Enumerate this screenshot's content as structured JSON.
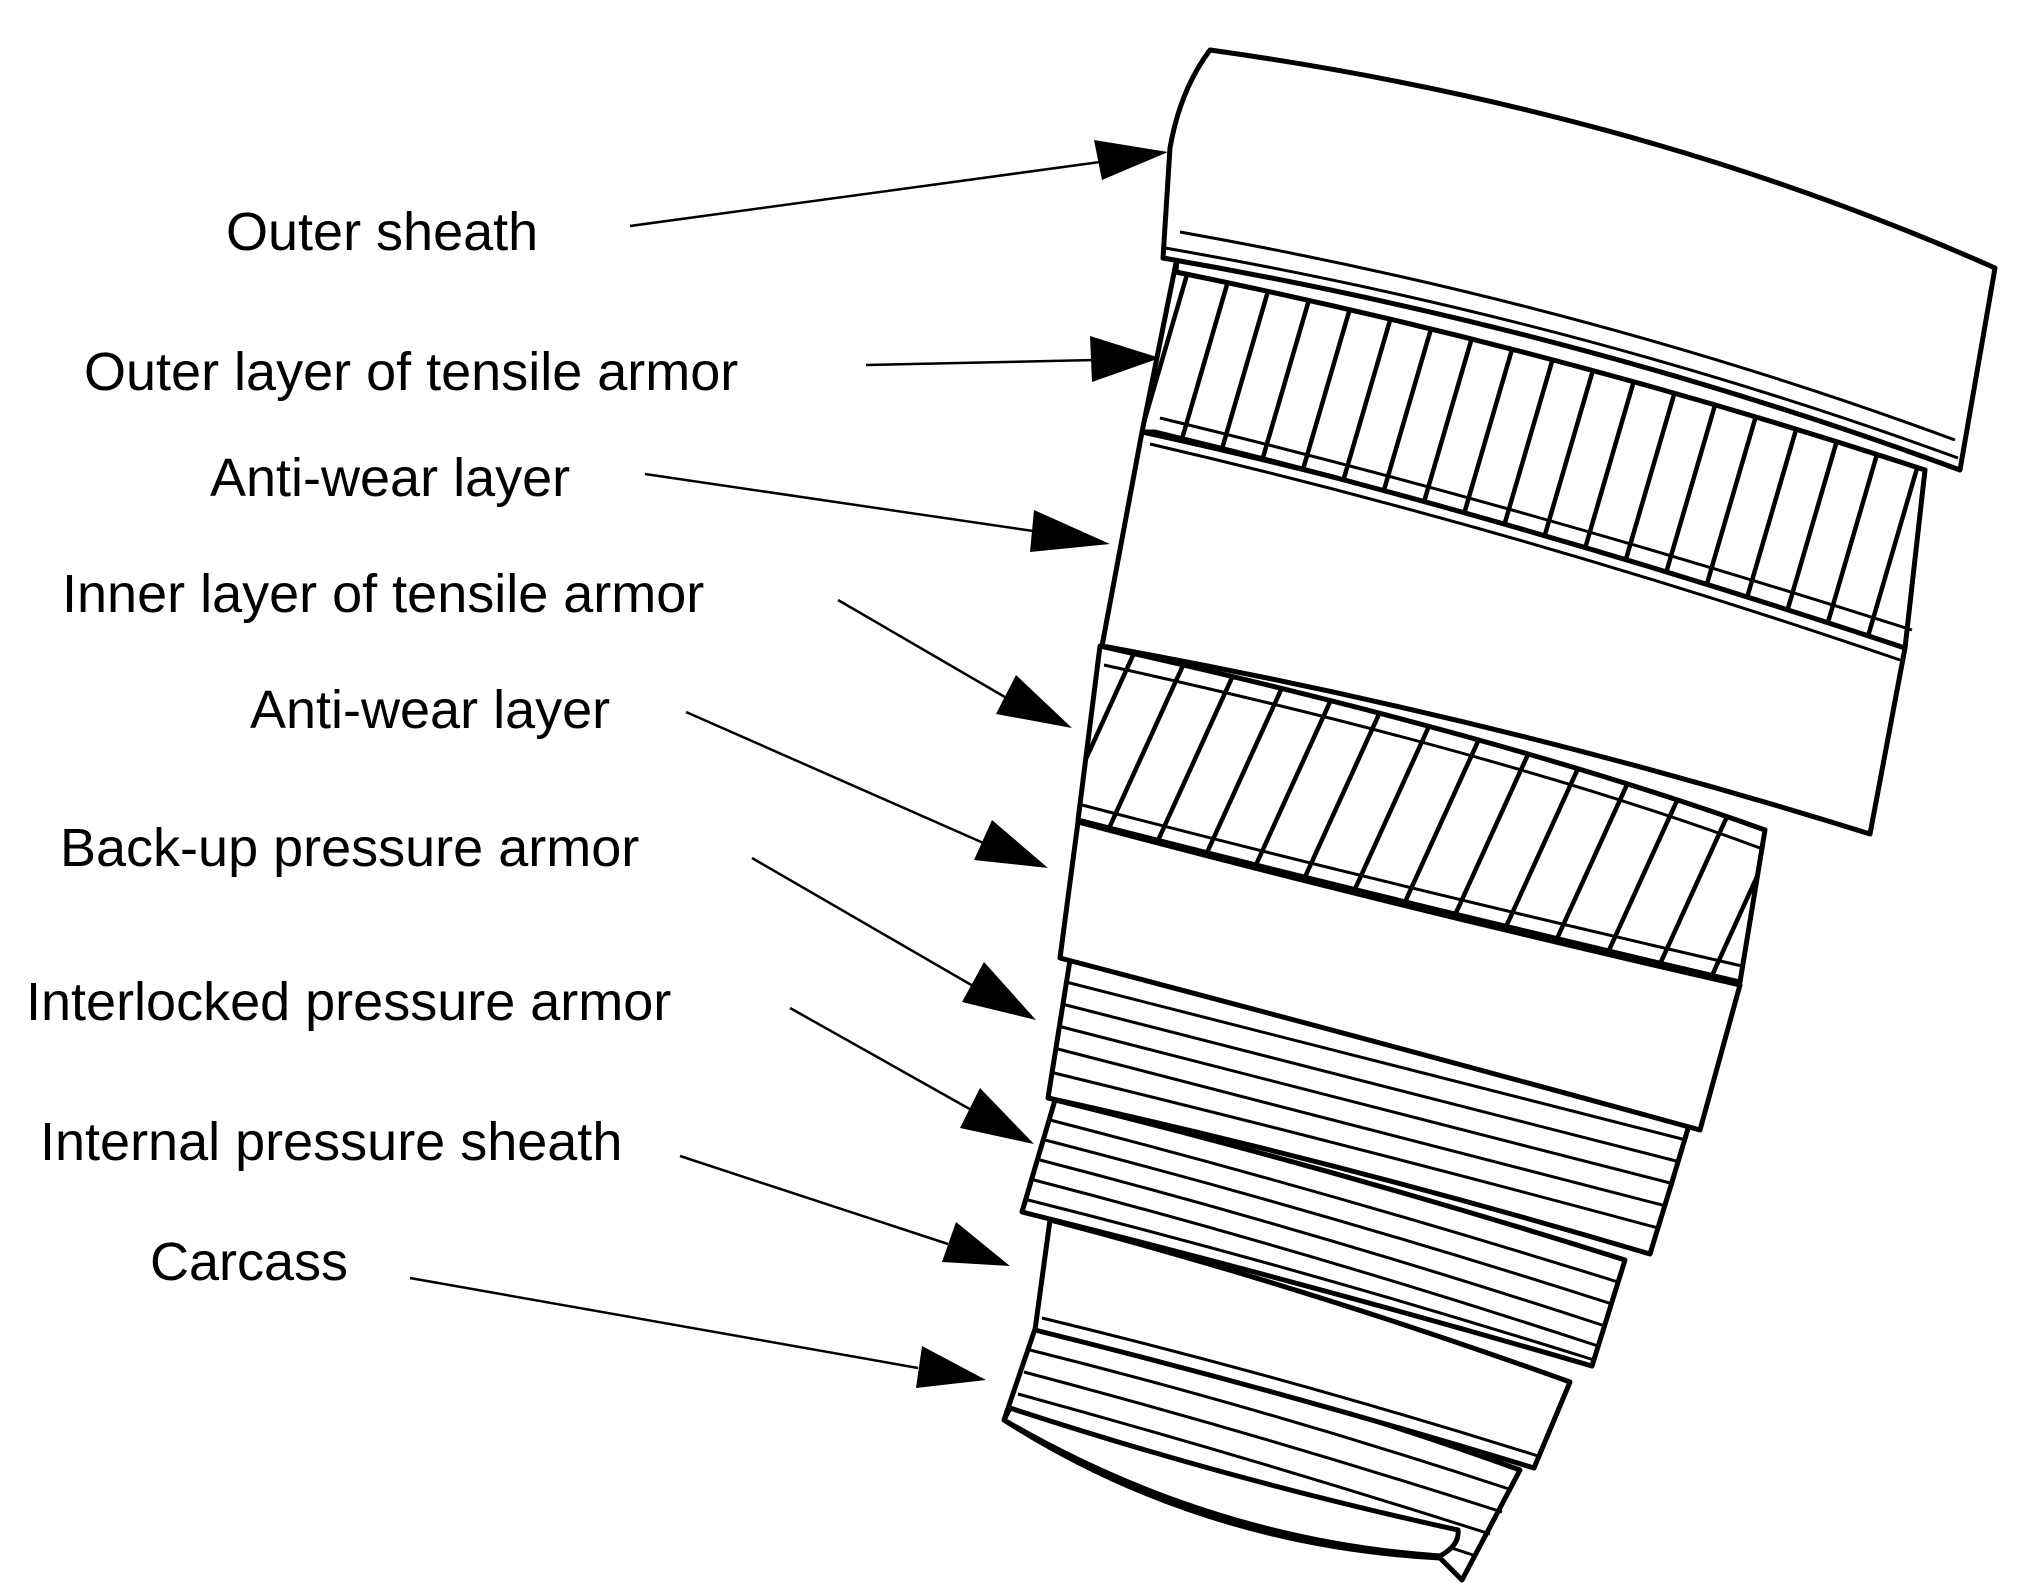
{
  "labels": {
    "outer_sheath": "Outer sheath",
    "outer_tensile_armor": "Outer layer of tensile armor",
    "anti_wear_layer_1": "Anti-wear layer",
    "inner_tensile_armor": "Inner layer of tensile armor",
    "anti_wear_layer_2": "Anti-wear layer",
    "backup_pressure_armor": "Back-up pressure armor",
    "interlocked_pressure_armor": "Interlocked pressure armor",
    "internal_pressure_sheath": "Internal pressure sheath",
    "carcass": "Carcass"
  },
  "colors": {
    "line": "#000000",
    "background": "#ffffff"
  }
}
